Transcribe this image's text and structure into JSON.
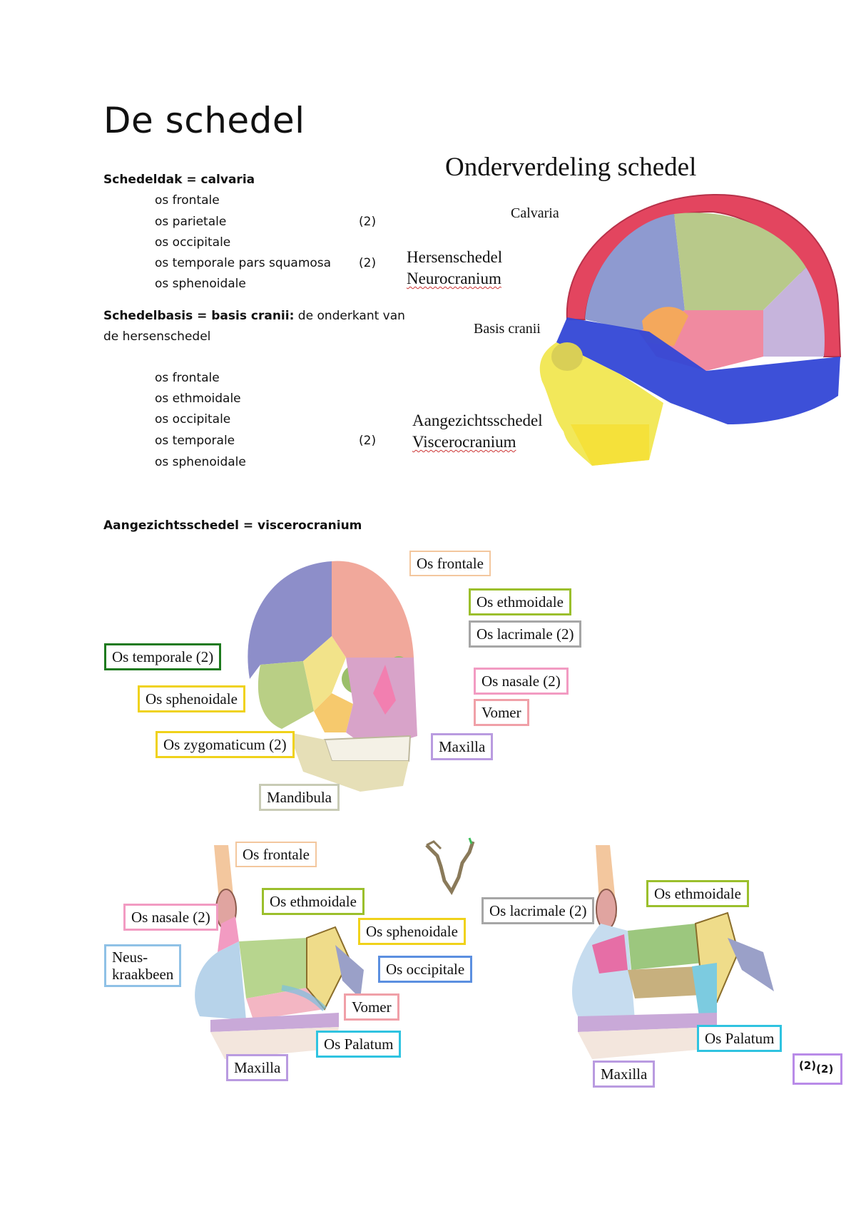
{
  "title": "De schedel",
  "calvaria": {
    "heading_bold": "Schedeldak = calvaria",
    "items": [
      {
        "name": "os frontale",
        "count": ""
      },
      {
        "name": "os parietale",
        "count": "(2)"
      },
      {
        "name": "os occipitale",
        "count": ""
      },
      {
        "name": "os temporale pars squamosa",
        "count": "(2)"
      },
      {
        "name": "os sphenoidale",
        "count": ""
      }
    ]
  },
  "basis": {
    "heading_bold": "Schedelbasis = basis cranii:",
    "heading_rest": " de onderkant van",
    "heading_line2": "de hersenschedel",
    "items": [
      {
        "name": "os frontale",
        "count": ""
      },
      {
        "name": "os ethmoidale",
        "count": ""
      },
      {
        "name": "os occipitale",
        "count": ""
      },
      {
        "name": "os temporale",
        "count": "(2)"
      },
      {
        "name": "os sphenoidale",
        "count": ""
      }
    ]
  },
  "figure1": {
    "title": "Onderverdeling schedel",
    "calvaria": "Calvaria",
    "neuro_1": "Hersenschedel",
    "neuro_2": "Neurocranium",
    "basis": "Basis cranii",
    "visc_1": "Aangezichtsschedel",
    "visc_2": "Viscerocranium"
  },
  "viscero_heading": "Aangezichtsschedel = viscerocranium",
  "figure2": {
    "labels": [
      {
        "text": "Os frontale",
        "color": "#f3c79e"
      },
      {
        "text": "Os ethmoidale",
        "color": "#9bbf2c"
      },
      {
        "text": "Os lacrimale (2)",
        "color": "#a6a6a6"
      },
      {
        "text": "Os temporale (2)",
        "color": "#1e7a1e"
      },
      {
        "text": "Os sphenoidale",
        "color": "#f0d21a"
      },
      {
        "text": "Os nasale (2)",
        "color": "#f29bc2"
      },
      {
        "text": "Vomer",
        "color": "#f0a0a8"
      },
      {
        "text": "Os zygomaticum (2)",
        "color": "#f0d21a"
      },
      {
        "text": "Maxilla",
        "color": "#b99be0"
      },
      {
        "text": "Mandibula",
        "color": "#c8cbb5"
      }
    ]
  },
  "figure3": {
    "labels": [
      {
        "text": "Os frontale",
        "color": "#f3c79e"
      },
      {
        "text": "Os ethmoidale",
        "color": "#9bbf2c"
      },
      {
        "text": "Os nasale (2)",
        "color": "#f29bc2"
      },
      {
        "text": "Os sphenoidale",
        "color": "#f0d21a"
      },
      {
        "text": "Neus-",
        "color": "#8fc1e6"
      },
      {
        "text": "kraakbeen",
        "color": "#8fc1e6"
      },
      {
        "text": "Os occipitale",
        "color": "#5b8fe0"
      },
      {
        "text": "Vomer",
        "color": "#f0a0a8"
      },
      {
        "text": "Os Palatum",
        "color": "#2fc3e0"
      },
      {
        "text": "Maxilla",
        "color": "#b99be0"
      }
    ]
  },
  "figure4": {
    "labels": [
      {
        "text": "Os lacrimale (2)",
        "color": "#a6a6a6"
      },
      {
        "text": "Os ethmoidale",
        "color": "#9bbf2c"
      },
      {
        "text": "Os Palatum",
        "color": "#2fc3e0"
      },
      {
        "text": "Maxilla",
        "color": "#b99be0"
      },
      {
        "text": "(2)",
        "color": "#b98be8"
      },
      {
        "text": "(2)",
        "color": "#b98be8"
      }
    ]
  }
}
